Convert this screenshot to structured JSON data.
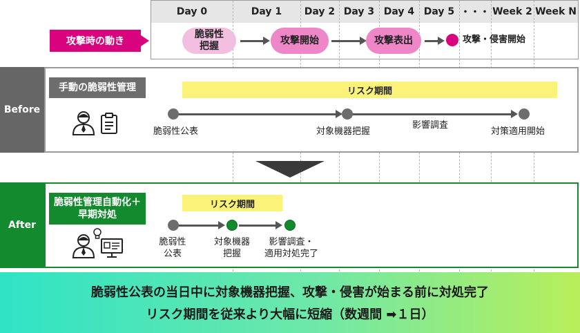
{
  "timeline": {
    "days": [
      "Day 0",
      "Day 1",
      "Day 2",
      "Day 3",
      "Day 4",
      "Day 5",
      "・・・",
      "Week 2",
      "Week N"
    ]
  },
  "attack": {
    "label": "攻撃時の動き",
    "steps": [
      {
        "line1": "脆弱性",
        "line2": "把握"
      },
      {
        "line1": "攻撃開始",
        "line2": ""
      },
      {
        "line1": "攻撃表出",
        "line2": ""
      }
    ],
    "final_label": "攻撃・侵害開始"
  },
  "before": {
    "side_label": "Before",
    "badge": "手動の脆弱性管理",
    "risk_label": "リスク期間",
    "nodes": [
      "脆弱性公表",
      "対象機器把握",
      "影響調査",
      "対策適用開始"
    ]
  },
  "after": {
    "side_label": "After",
    "badge_line1": "脆弱性管理自動化＋",
    "badge_line2": "早期対処",
    "risk_label": "リスク期間",
    "nodes": [
      {
        "line1": "脆弱性",
        "line2": "公表"
      },
      {
        "line1": "対象機器",
        "line2": "把握"
      },
      {
        "line1": "影響調査・",
        "line2": "適用対処完了"
      }
    ]
  },
  "banner": {
    "line1": "脆弱性公表の当日中に対象機器把握、攻撃・侵害が始まる前に対処完了",
    "line2": "リスク期間を従来より大幅に短縮（数週間 ➡１日）"
  },
  "colors": {
    "attack": "#d9047d",
    "pill_light": "#f3bfe0",
    "pill_mid": "#ee86c8",
    "before_gray": "#666666",
    "after_green": "#138a2e",
    "risk_yellow": "#fbf27a"
  }
}
